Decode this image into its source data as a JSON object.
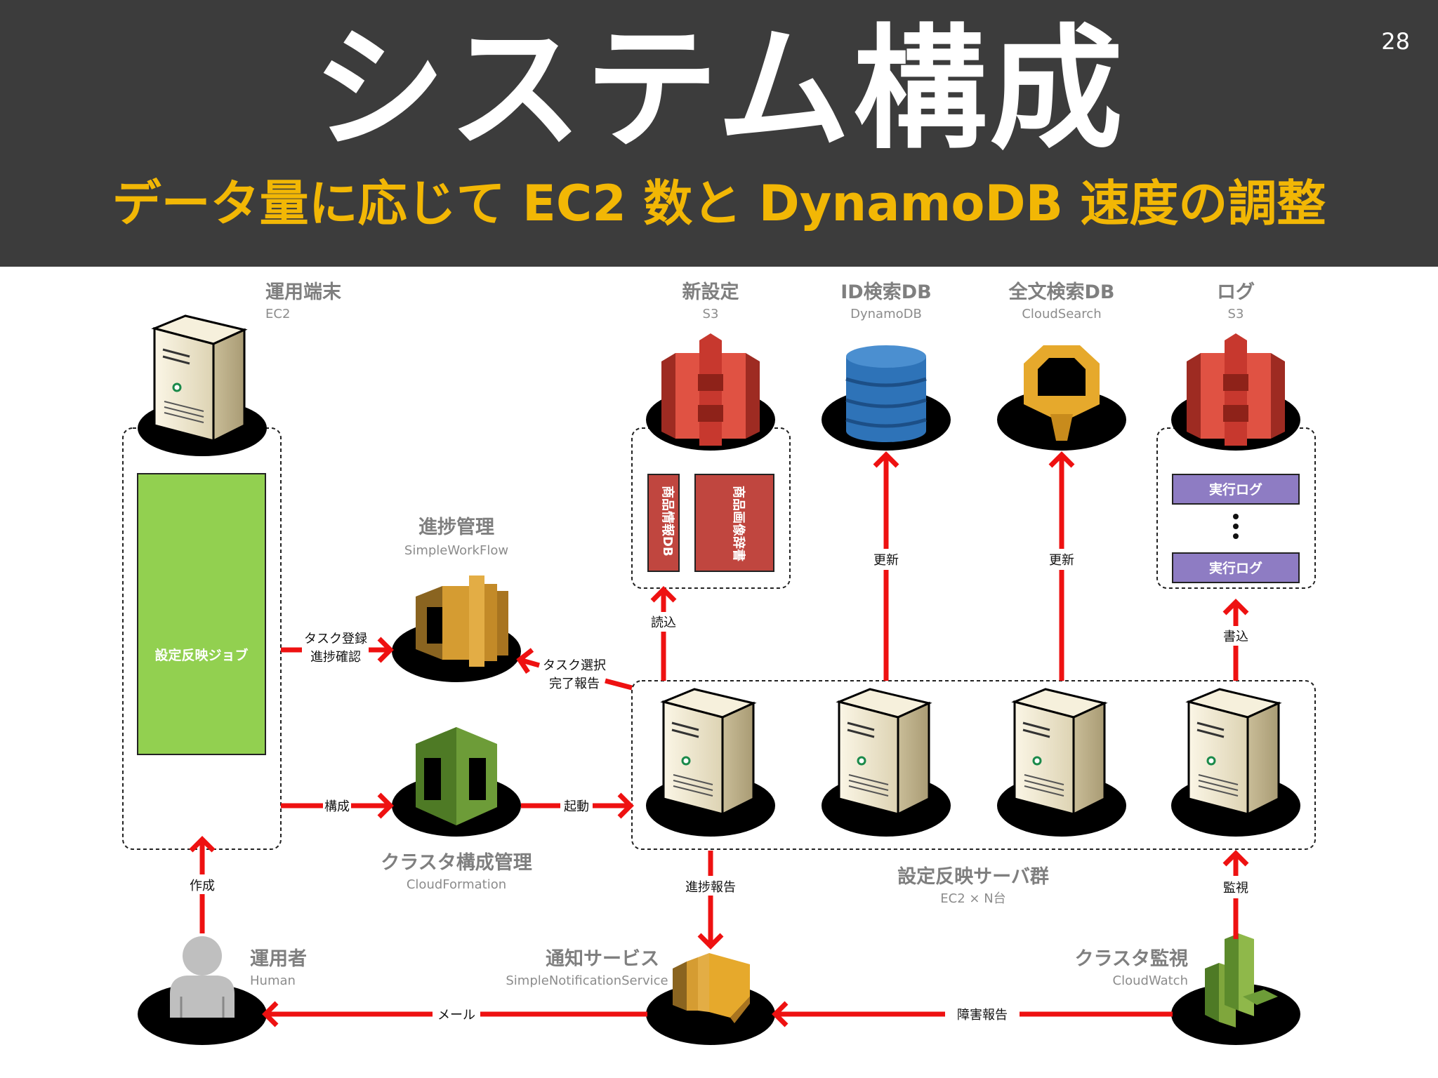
{
  "page": {
    "title": "システム構成",
    "subtitle": "データ量に応じて EC2 数と DynamoDB 速度の調整",
    "page_number": "28"
  },
  "colors": {
    "header_bg": "#3c3c3c",
    "subtitle": "#f2b705",
    "arrow": "#ee1111",
    "job_box": "#92d050",
    "s3": "#e05243",
    "dynamodb": "#2e73b8",
    "cloudsearch": "#e6a92c",
    "swf": "#d59c32",
    "cloudformation": "#6d9c38",
    "cloudwatch": "#7fa63c",
    "log_box": "#8e7cc3"
  },
  "nodes": {
    "ops_terminal": {
      "name": "運用端末",
      "sub": "EC2"
    },
    "job": {
      "label": "設定反映ジョブ"
    },
    "swf": {
      "name": "進捗管理",
      "sub": "SimpleWorkFlow"
    },
    "cfn": {
      "name": "クラスタ構成管理",
      "sub": "CloudFormation"
    },
    "new_settings": {
      "name": "新設定",
      "sub": "S3",
      "items": [
        "商品情報DB",
        "商品画像辞書"
      ]
    },
    "id_db": {
      "name": "ID検索DB",
      "sub": "DynamoDB"
    },
    "fulltext_db": {
      "name": "全文検索DB",
      "sub": "CloudSearch"
    },
    "log": {
      "name": "ログ",
      "sub": "S3",
      "items": [
        "実行ログ",
        "実行ログ"
      ]
    },
    "server_group": {
      "name": "設定反映サーバ群",
      "sub": "EC2 × N台"
    },
    "operator": {
      "name": "運用者",
      "sub": "Human"
    },
    "sns": {
      "name": "通知サービス",
      "sub": "SimpleNotificationService"
    },
    "cloudwatch": {
      "name": "クラスタ監視",
      "sub": "CloudWatch"
    }
  },
  "edges": {
    "task_register": [
      "タスク登録",
      "進捗確認"
    ],
    "task_select": [
      "タスク選択",
      "完了報告"
    ],
    "configure": "構成",
    "launch": "起動",
    "read": "読込",
    "update1": "更新",
    "update2": "更新",
    "write": "書込",
    "progress_report": "進捗報告",
    "monitor": "監視",
    "create": "作成",
    "mail": "メール",
    "failure_report": "障害報告"
  }
}
